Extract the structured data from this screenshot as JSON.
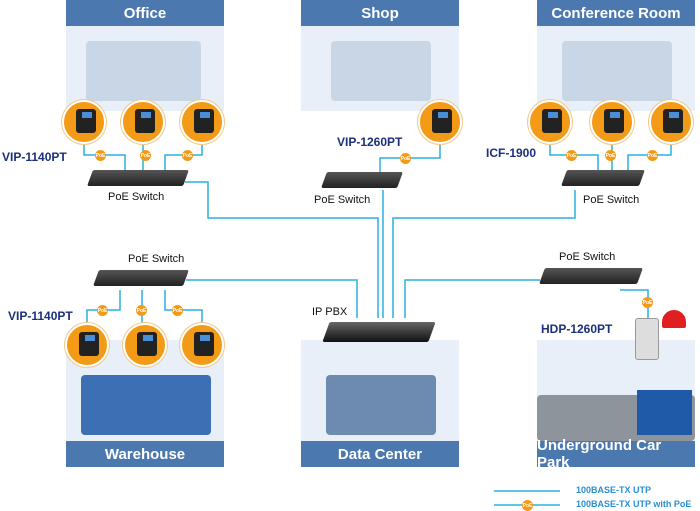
{
  "sites": {
    "office": "Office",
    "shop": "Shop",
    "conference": "Conference Room",
    "warehouse": "Warehouse",
    "datacenter": "Data Center",
    "carpark": "Underground Car Park"
  },
  "devices": {
    "poe_switch": "PoE Switch",
    "ip_pbx": "IP PBX",
    "office_phone": "VIP-1140PT",
    "shop_phone": "VIP-1260PT",
    "conference_phone": "ICF-1900",
    "warehouse_phone": "VIP-1140PT",
    "carpark_intercom": "HDP-1260PT",
    "poe_badge": "PoE"
  },
  "legend": {
    "utp": "100BASE-TX UTP",
    "utp_poe": "100BASE-TX UTP with PoE"
  },
  "colors": {
    "header": "#4b78ae",
    "line": "#2bb0e0",
    "poe": "#f39a16",
    "model_text": "#1b2f7a"
  }
}
